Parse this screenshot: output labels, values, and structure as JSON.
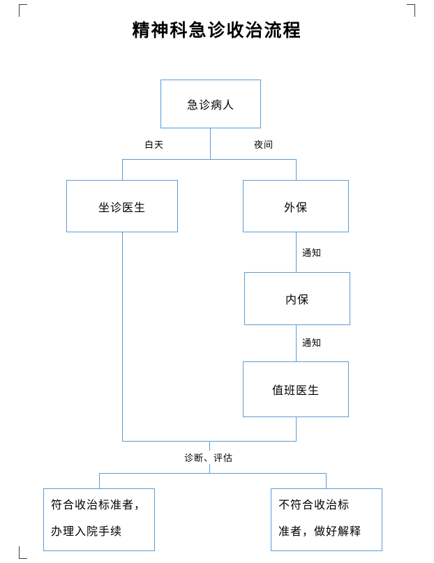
{
  "page": {
    "title": "精神科急诊收治流程"
  },
  "colors": {
    "line": "#5b9bd5",
    "text": "#000000",
    "mark": "#3f3f3f"
  },
  "nodes": {
    "patient": "急诊病人",
    "day_doctor": "坐诊医生",
    "external_guard": "外保",
    "internal_guard": "内保",
    "duty_doctor": "值班医生",
    "admit_line1": "符合收治标准者，",
    "admit_line2": "办理入院手续",
    "reject_line1": "不符合收治标",
    "reject_line2": "准者，做好解释"
  },
  "edge_labels": {
    "day": "白天",
    "night": "夜间",
    "notify_external": "通知",
    "notify_internal": "通知",
    "assess": "诊断、评估"
  }
}
